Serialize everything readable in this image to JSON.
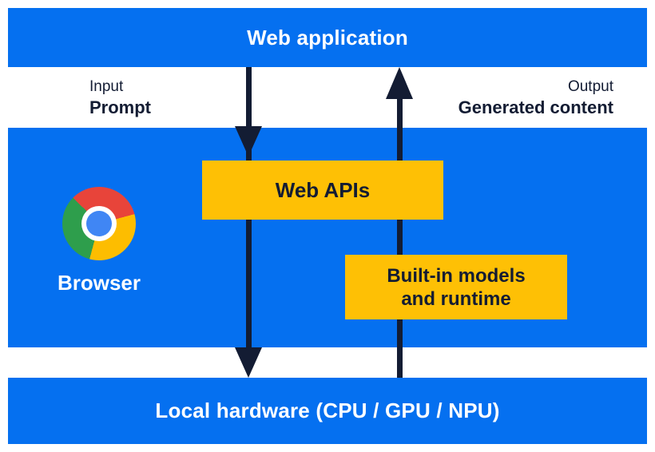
{
  "diagram": {
    "top_bar": {
      "label": "Web application"
    },
    "io": {
      "input_caption": "Input",
      "input_value": "Prompt",
      "output_caption": "Output",
      "output_value": "Generated content"
    },
    "browser": {
      "label": "Browser",
      "web_apis_label": "Web APIs",
      "builtin_models_line1": "Built-in models",
      "builtin_models_line2": "and runtime"
    },
    "bottom_bar": {
      "label": "Local hardware (CPU / GPU / NPU)"
    },
    "icons": {
      "chrome_icon": "chrome-browser-logo",
      "down_arrow": "downward-flow-arrow",
      "up_arrow": "upward-flow-arrow"
    },
    "colors": {
      "panel_blue": "#0570f0",
      "accent_yellow": "#fec005",
      "arrow_navy": "#131c33",
      "chrome_red": "#e8443a",
      "chrome_yellow": "#fdbd00",
      "chrome_green": "#2e9e4c",
      "chrome_blue": "#4086f4"
    }
  }
}
